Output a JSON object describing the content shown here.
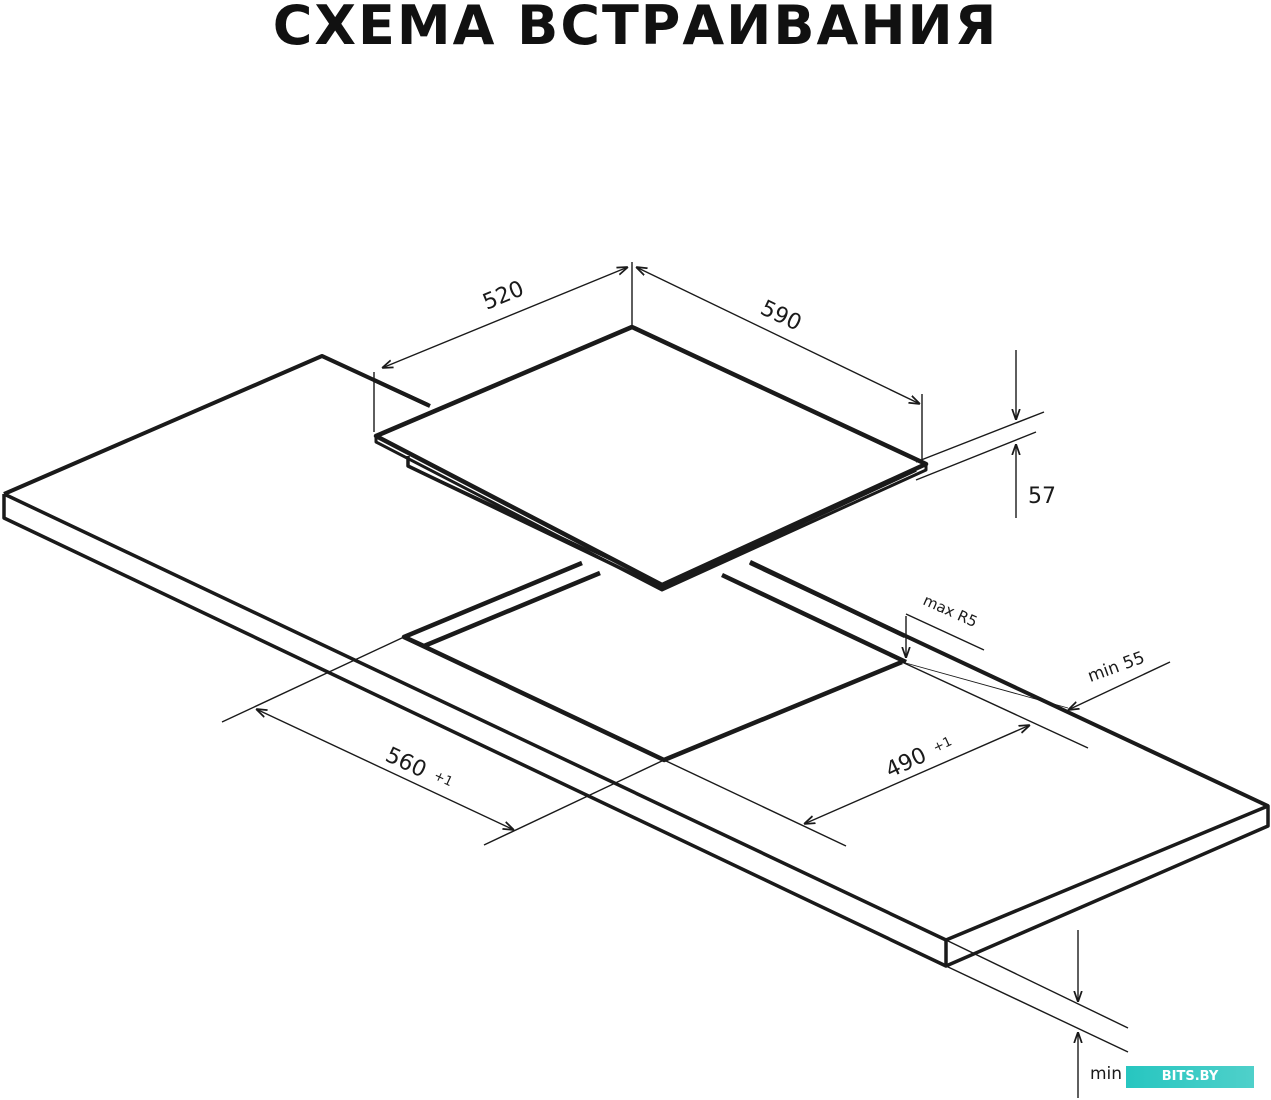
{
  "title": "СХЕМА ВСТРАИВАНИЯ",
  "dimensions": {
    "hob_depth": "520",
    "hob_width": "590",
    "hob_height": "57",
    "corner_radius": "max R5",
    "cutout_width": "560",
    "cutout_width_tolerance": "+1",
    "cutout_depth": "490",
    "cutout_depth_tolerance": "+1",
    "edge_distance": "min 55",
    "bottom_clearance": "min"
  },
  "watermark": "BITS.BY",
  "colors": {
    "line": "#1a1a1a",
    "watermark_bg": "#2ec8c2"
  }
}
